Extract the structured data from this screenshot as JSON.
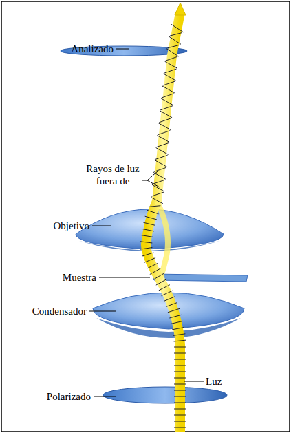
{
  "diagram": {
    "labels": [
      "Analizado",
      "Rayos de luz fuera de",
      "Objetivo",
      "Muestra",
      "Condensador",
      "Luz",
      "Polarizado"
    ]
  }
}
